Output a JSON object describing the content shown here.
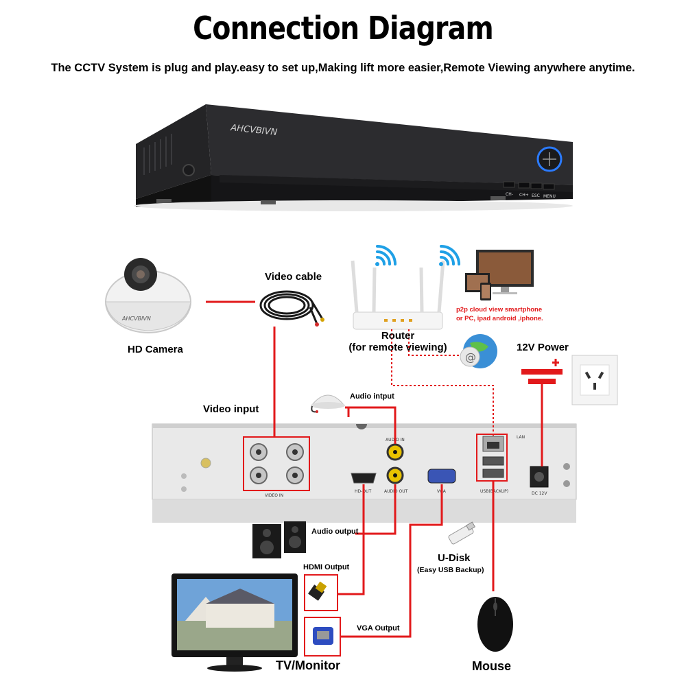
{
  "title": "Connection Diagram",
  "subtitle": "The CCTV System is plug and play.easy to set up,Making lift more easier,Remote Viewing anywhere anytime.",
  "nvr": {
    "brand": "AHCVBIVN",
    "front_buttons": [
      "CH-",
      "CH+",
      "ESC",
      "MENU"
    ],
    "back_ports": {
      "video_in": "VIDEO IN",
      "audio_in": "AUDIO IN",
      "audio_out": "AUDIO OUT",
      "hd_out": "HD-OUT",
      "vga": "VGA",
      "lan": "LAN",
      "usb": "USB(BACKUP)",
      "dc": "DC 12V"
    }
  },
  "camera": {
    "label": "HD Camera",
    "brand": "AHCVBIVN"
  },
  "video_cable": {
    "label": "Video cable"
  },
  "router": {
    "label_line1": "Router",
    "label_line2": "(for remote viewing)"
  },
  "p2p": {
    "line1": "p2p cloud  view smartphone",
    "line2": "or PC, ipad android ,iphone."
  },
  "power": {
    "label": "12V Power"
  },
  "video_input": {
    "label": "Video input"
  },
  "audio_input": {
    "label": "Audio intput"
  },
  "audio_output": {
    "label": "Audio output"
  },
  "hdmi_output": {
    "label": "HDMI Output"
  },
  "vga_output": {
    "label": "VGA Output"
  },
  "udisk": {
    "label": "U-Disk",
    "sublabel": "(Easy USB Backup)"
  },
  "monitor": {
    "label": "TV/Monitor"
  },
  "mouse": {
    "label": "Mouse"
  },
  "colors": {
    "connection_line": "#e2191b",
    "nvr_body": "#1e1e20",
    "nvr_back": "#e9e9e9",
    "p2p_text": "#e2191b"
  }
}
